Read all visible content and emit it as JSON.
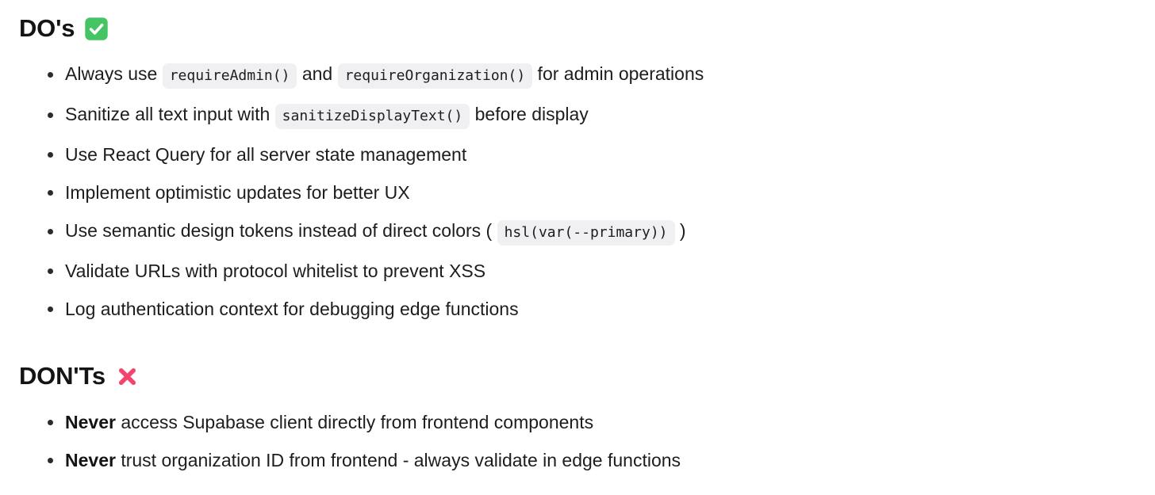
{
  "sections": [
    {
      "id": "dos",
      "heading": "DO's",
      "icon": "white-check-mark-emoji",
      "icon_color": "#45c465",
      "items": [
        {
          "parts": [
            {
              "type": "text",
              "value": "Always use "
            },
            {
              "type": "code",
              "value": "requireAdmin()"
            },
            {
              "type": "text",
              "value": " and "
            },
            {
              "type": "code",
              "value": "requireOrganization()"
            },
            {
              "type": "text",
              "value": " for admin operations"
            }
          ]
        },
        {
          "parts": [
            {
              "type": "text",
              "value": "Sanitize all text input with "
            },
            {
              "type": "code",
              "value": "sanitizeDisplayText()"
            },
            {
              "type": "text",
              "value": " before display"
            }
          ]
        },
        {
          "parts": [
            {
              "type": "text",
              "value": "Use React Query for all server state management"
            }
          ]
        },
        {
          "parts": [
            {
              "type": "text",
              "value": "Implement optimistic updates for better UX"
            }
          ]
        },
        {
          "parts": [
            {
              "type": "text",
              "value": "Use semantic design tokens instead of direct colors ( "
            },
            {
              "type": "code",
              "value": "hsl(var(--primary))"
            },
            {
              "type": "text",
              "value": " )"
            }
          ]
        },
        {
          "parts": [
            {
              "type": "text",
              "value": "Validate URLs with protocol whitelist to prevent XSS"
            }
          ]
        },
        {
          "parts": [
            {
              "type": "text",
              "value": "Log authentication context for debugging edge functions"
            }
          ]
        }
      ]
    },
    {
      "id": "donts",
      "heading": "DON'Ts",
      "icon": "cross-mark-emoji",
      "icon_color": "#f2456e",
      "items": [
        {
          "parts": [
            {
              "type": "strong",
              "value": "Never"
            },
            {
              "type": "text",
              "value": " access Supabase client directly from frontend components"
            }
          ]
        },
        {
          "parts": [
            {
              "type": "strong",
              "value": "Never"
            },
            {
              "type": "text",
              "value": " trust organization ID from frontend - always validate in edge functions"
            }
          ]
        }
      ]
    }
  ],
  "colors": {
    "background": "#ffffff",
    "text": "#1d1d1f",
    "heading": "#141414",
    "code_background": "#f0f0f2",
    "bullet": "#2b2b2e",
    "check_green": "#45c465",
    "cross_pink": "#f2456e"
  }
}
